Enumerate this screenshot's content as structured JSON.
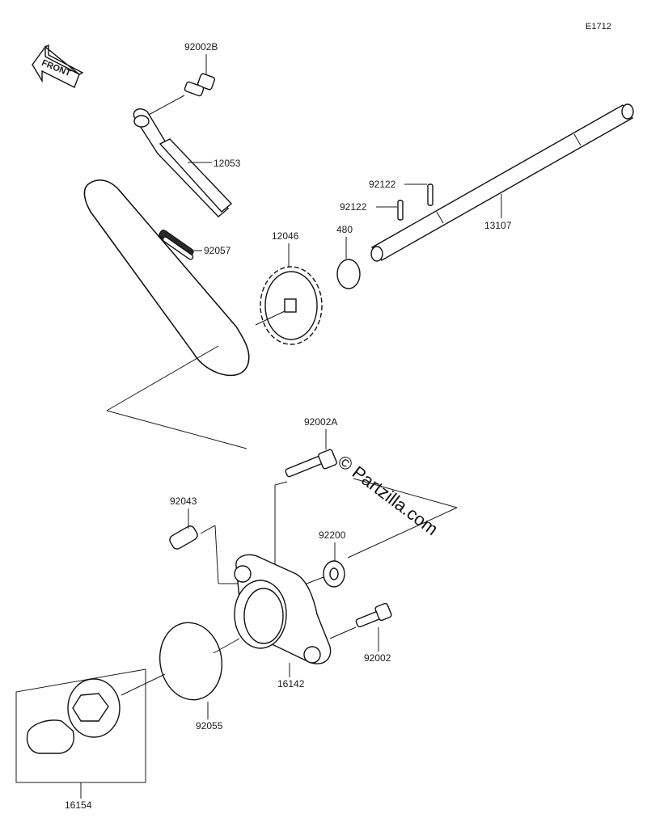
{
  "diagram": {
    "code": "E1712",
    "front_label": "FRONT",
    "watermark": "© Partzilla.com",
    "parts": [
      {
        "id": "92002B"
      },
      {
        "id": "12053"
      },
      {
        "id": "92057"
      },
      {
        "id": "12046"
      },
      {
        "id": "480"
      },
      {
        "id": "92122"
      },
      {
        "id": "92122"
      },
      {
        "id": "13107"
      },
      {
        "id": "92002A"
      },
      {
        "id": "92043"
      },
      {
        "id": "92200"
      },
      {
        "id": "92002"
      },
      {
        "id": "16142"
      },
      {
        "id": "92055"
      },
      {
        "id": "16154"
      }
    ]
  }
}
